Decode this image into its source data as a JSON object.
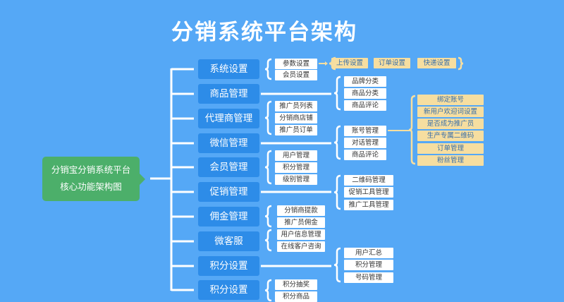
{
  "title": "分销系统平台架构",
  "root": {
    "line1": "分销宝分销系统平台",
    "line2": "核心功能架构图"
  },
  "branches": [
    {
      "label": "系统设置",
      "side": "left",
      "children": [
        "参数设置",
        "会员设置"
      ],
      "extra": [
        "上传设置",
        "订单设置",
        "快递设置"
      ]
    },
    {
      "label": "商品管理",
      "side": "right",
      "children": [
        "品牌分类",
        "商品分类",
        "商品评论"
      ]
    },
    {
      "label": "代理商管理",
      "side": "left",
      "children": [
        "推广员列表",
        "分销商店铺",
        "推广员订单"
      ]
    },
    {
      "label": "微信管理",
      "side": "right",
      "children": [
        "账号管理",
        "对话管理",
        "商品评论"
      ],
      "extra": [
        "绑定账号",
        "新用户欢迎词设置",
        "是否成为推广员",
        "生产专属二维码",
        "订单管理",
        "粉丝管理"
      ]
    },
    {
      "label": "会员管理",
      "side": "left",
      "children": [
        "用户管理",
        "积分管理",
        "级别管理"
      ]
    },
    {
      "label": "促销管理",
      "side": "right",
      "children": [
        "二维码管理",
        "促销工具管理",
        "推广工具管理"
      ]
    },
    {
      "label": "佣金管理",
      "side": "left",
      "children": [
        "分销商提款",
        "推广员佣金"
      ]
    },
    {
      "label": "微客服",
      "side": "left",
      "children": [
        "用户信息管理",
        "在线客户咨询"
      ]
    },
    {
      "label": "积分设置",
      "side": "right",
      "children": [
        "用户汇总",
        "积分管理",
        "号码管理"
      ]
    },
    {
      "label": "积分设置",
      "side": "left",
      "children": [
        "积分抽奖",
        "积分商品"
      ]
    }
  ],
  "colors": {
    "background": "#55a8f6",
    "main": "#2d8ce8",
    "root": "#4caf6a",
    "highlight": "#f6dea0"
  }
}
